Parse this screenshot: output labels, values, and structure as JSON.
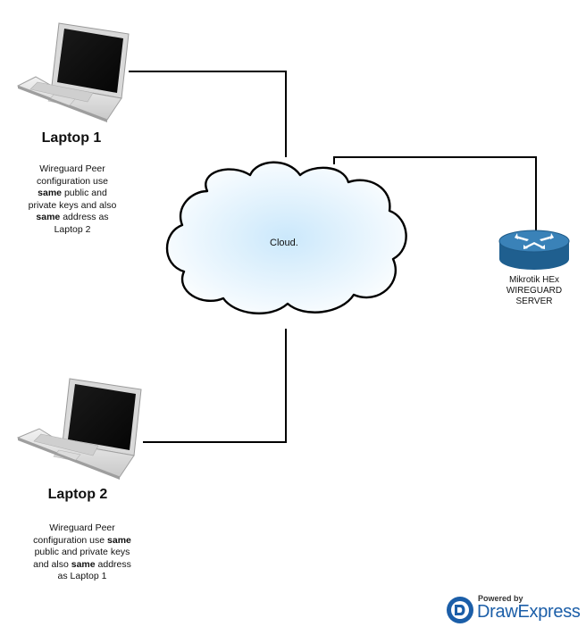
{
  "laptop1": {
    "title": "Laptop 1",
    "line1": "Wireguard Peer",
    "line2": "configuration use",
    "line3_bold": "same",
    "line3_rest": " public and",
    "line4": "private keys and also",
    "line5_bold": "same",
    "line5_rest": " address as",
    "line6": "Laptop 2"
  },
  "laptop2": {
    "title": "Laptop 2",
    "line1": "Wireguard Peer",
    "line2_text": "configuration use ",
    "line2_bold": "same",
    "line3": "public and private keys",
    "line4_text": "and also ",
    "line4_bold": "same",
    "line4_rest": " address",
    "line5": "as Laptop 1"
  },
  "cloud": {
    "label": "Cloud."
  },
  "router": {
    "line1": "Mikrotik HEx",
    "line2": "WIREGUARD",
    "line3": "SERVER"
  },
  "brand": {
    "powered": "Powered by",
    "name": "DrawExpress"
  },
  "colors": {
    "line": "#000000",
    "cloud_fill": "#d4ecfa",
    "router": "#2a6fa3",
    "brand": "#1b5ea8"
  }
}
